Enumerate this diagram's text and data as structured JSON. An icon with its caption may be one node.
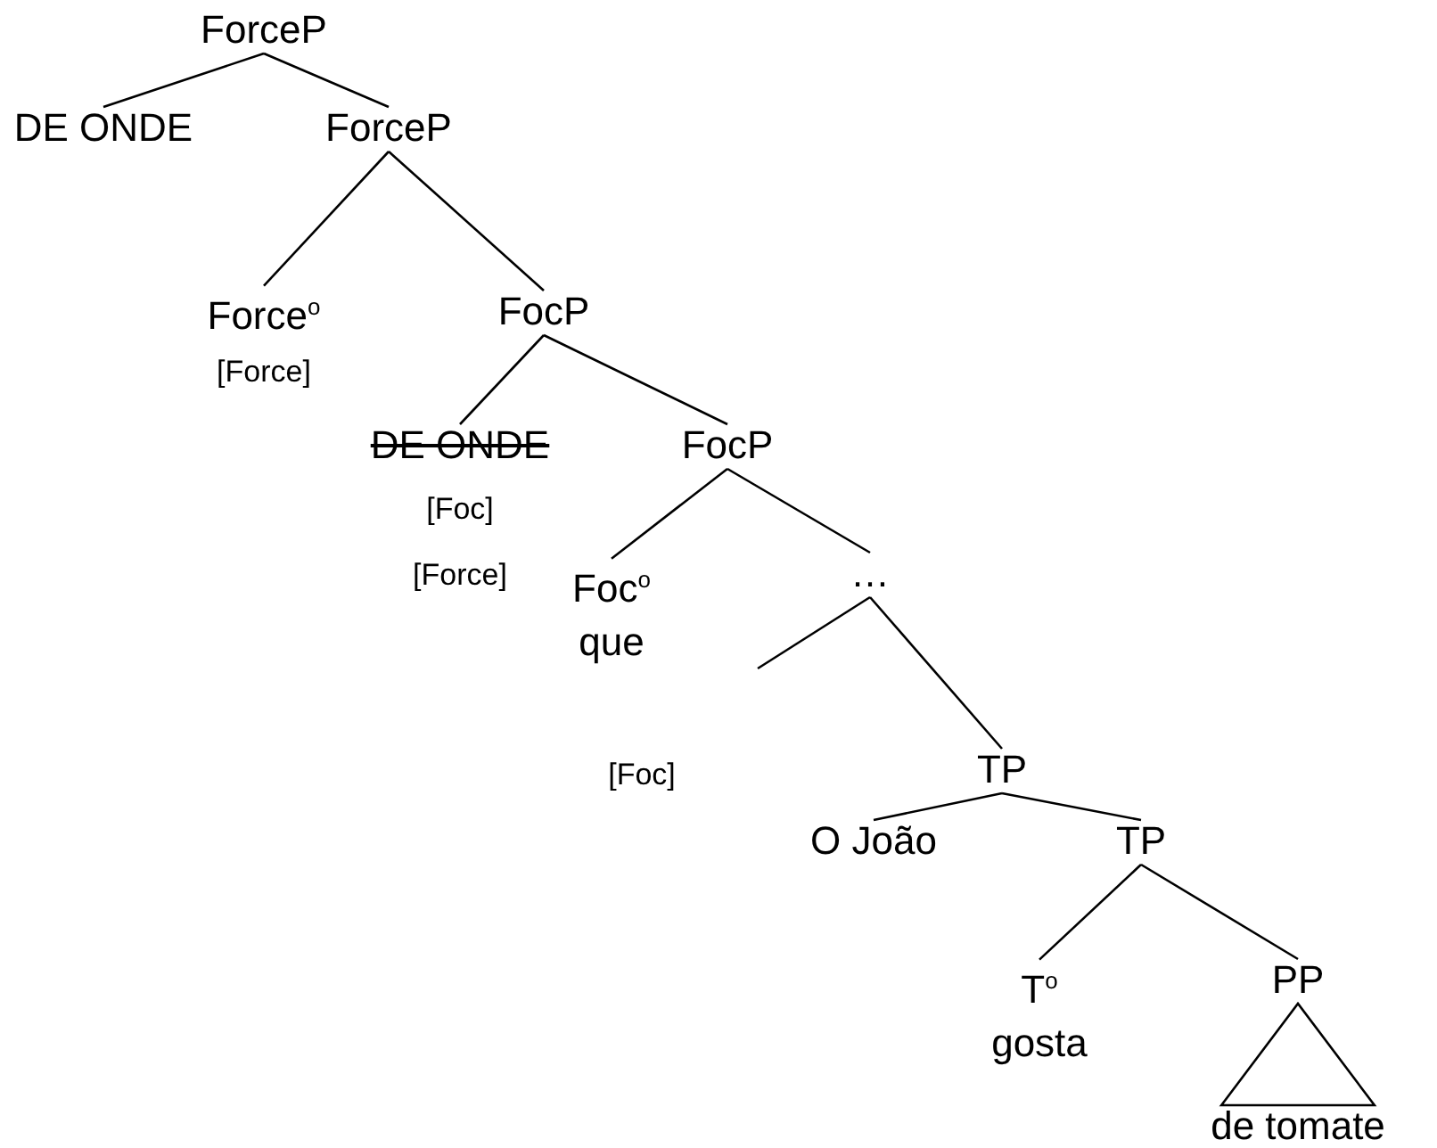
{
  "diagram": {
    "nodes": [
      {
        "text": [
          "ForceP"
        ]
      },
      {
        "text": [
          "DE ONDE"
        ]
      },
      {
        "text": [
          "ForceP"
        ]
      },
      {
        "text": [
          "Force$^{o}$"
        ],
        "beside": [
          "[Force]"
        ]
      },
      {
        "text": [
          "FocP"
        ]
      },
      {
        "text": [
          "DE ONDE"
        ],
        "beside": [
          "[Foc]",
          "[Force]"
        ]
      },
      {
        "text": [
          "FocP"
        ]
      },
      {
        "text": [
          "Foc$^{o}$",
          "que"
        ],
        "beside": [
          "[Foc]"
        ]
      },
      {
        "text": [
          "…"
        ]
      },
      {
        "text": [
          "TP"
        ]
      },
      {
        "text": [
          "O João"
        ]
      },
      {
        "text": [
          "TP"
        ]
      },
      {
        "text": [
          "T$^{o}$",
          "gosta"
        ]
      },
      {
        "text": [
          "PP"
        ]
      },
      {
        "text": [
          "de tomate"
        ]
      }
    ],
    "edges": [
      {
        "from": 0,
        "to": 1,
        "arrow": "none"
      },
      {
        "from": 0,
        "to": 2,
        "arrow": "none"
      },
      {
        "from": 2,
        "to": 3,
        "arrow": "none"
      },
      {
        "from": 2,
        "to": 4,
        "arrow": "none"
      },
      {
        "from": 4,
        "to": 5,
        "arrow": "none"
      },
      {
        "from": 4,
        "to": 6,
        "arrow": "none"
      },
      {
        "from": 6,
        "to": 7,
        "arrow": "none"
      },
      {
        "from": 6,
        "to": 8,
        "arrow": "none"
      },
      {
        "from": 8,
        "to": null,
        "arrow": "none"
      },
      {
        "from": 8,
        "to": 9,
        "arrow": "none"
      },
      {
        "from": 9,
        "to": 10,
        "arrow": "none"
      },
      {
        "from": 9,
        "to": 11,
        "arrow": "none"
      },
      {
        "from": 11,
        "to": 12,
        "arrow": "none"
      },
      {
        "from": 11,
        "to": 13,
        "arrow": "none"
      },
      {
        "from": 13,
        "to": 14,
        "arrow": "none"
      }
    ]
  }
}
